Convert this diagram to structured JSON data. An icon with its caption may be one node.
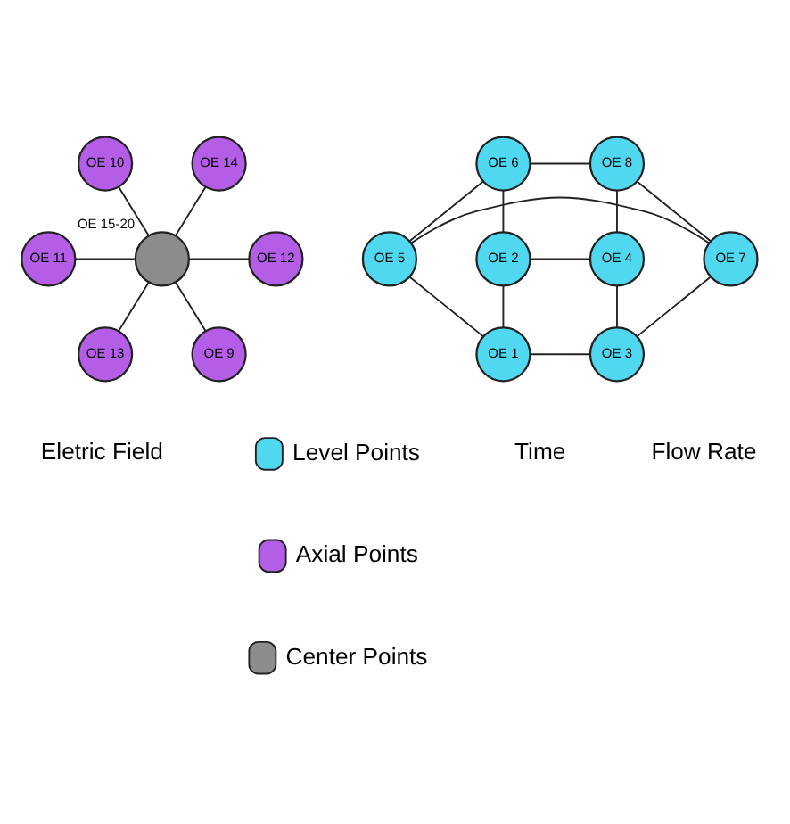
{
  "diagram": {
    "nodes": [
      {
        "text": [
          "OE 10"
        ]
      },
      {
        "text": [
          "OE 6"
        ]
      },
      {
        "text": [
          "OE 8"
        ]
      },
      {
        "text": [
          "OE 14"
        ]
      },
      {
        "text": [
          "OE 2"
        ]
      },
      {
        "text": [
          "OE 4"
        ]
      },
      {
        "text": [
          "OE 11"
        ]
      },
      {
        "text": [],
        "shape": "circle",
        "beside": [
          "OE 15-20"
        ]
      },
      {
        "text": [
          "OE 12"
        ]
      },
      {
        "text": [
          "OE 5"
        ]
      },
      {
        "text": [
          "OE 7"
        ]
      },
      {
        "text": [
          "OE 1"
        ]
      },
      {
        "text": [
          "OE 13"
        ]
      },
      {
        "text": [
          "OE 3"
        ]
      },
      {
        "text": [
          "OE 9"
        ]
      }
    ],
    "edges": [
      {
        "from": 1,
        "to": 2,
        "arrow": "none"
      },
      {
        "from": 4,
        "to": 5,
        "arrow": "none"
      },
      {
        "from": 1,
        "to": 4,
        "arrow": "none"
      },
      {
        "from": 2,
        "to": 5,
        "arrow": "none"
      },
      {
        "from": 1,
        "to": 9,
        "arrow": "none"
      },
      {
        "from": 2,
        "to": 10,
        "arrow": "none"
      },
      {
        "from": 4,
        "to": 11,
        "arrow": "none"
      },
      {
        "from": 5,
        "to": 13,
        "arrow": "none"
      },
      {
        "from": 9,
        "to": 10,
        "arrow": "none"
      },
      {
        "from": 11,
        "to": 13,
        "arrow": "none"
      },
      {
        "from": 9,
        "to": 11,
        "arrow": "none"
      },
      {
        "from": 10,
        "to": 13,
        "arrow": "none"
      },
      {
        "from": 0,
        "to": 7,
        "arrow": "none"
      },
      {
        "from": 7,
        "to": 14,
        "arrow": "none"
      },
      {
        "from": 6,
        "to": 7,
        "arrow": "none"
      },
      {
        "from": 7,
        "to": 8,
        "arrow": "none"
      },
      {
        "from": 3,
        "to": 7,
        "arrow": "none"
      },
      {
        "from": 7,
        "to": 12,
        "arrow": "none"
      }
    ],
    "labels": [
      "Eletric Field",
      "Time",
      "Flow Rate"
    ],
    "legend": [
      {
        "text": "Level Points",
        "color": "#4fd8f0"
      },
      {
        "text": "Axial Points",
        "color": "#b45ee8"
      },
      {
        "text": "Center Points",
        "color": "#8c8c8c"
      }
    ]
  }
}
